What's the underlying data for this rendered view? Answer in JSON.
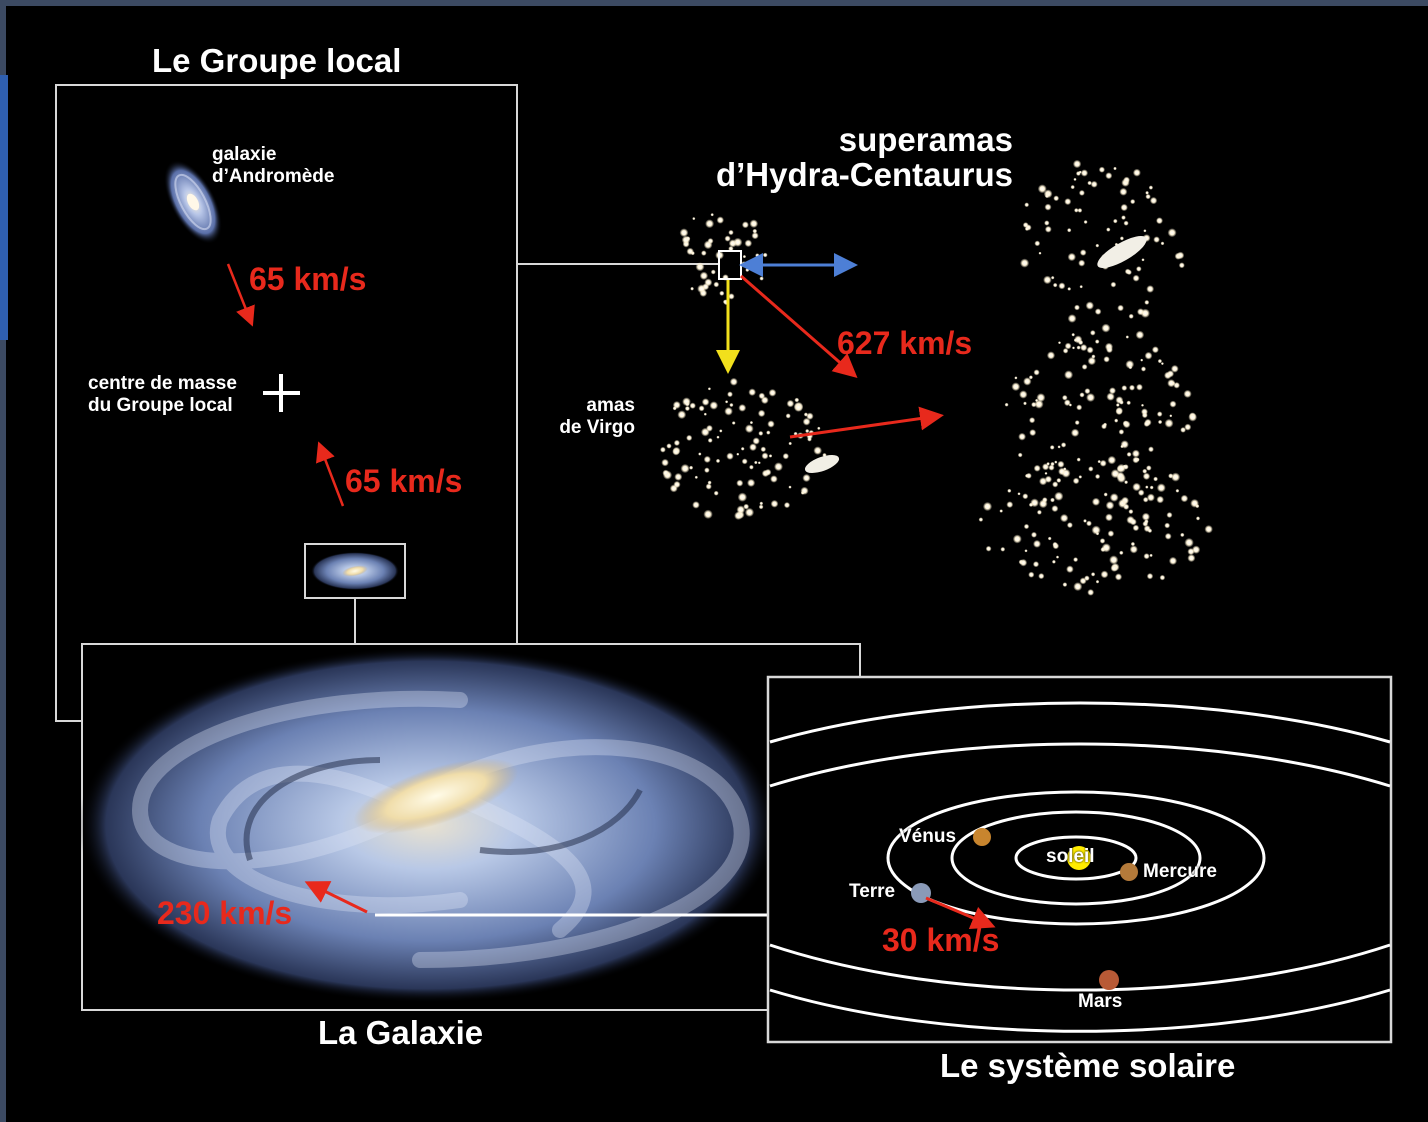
{
  "titles": {
    "local_group": "Le Groupe local",
    "supercluster_line1": "superamas",
    "supercluster_line2": "d’Hydra-Centaurus",
    "galaxy": "La Galaxie",
    "solar_system": "Le système solaire"
  },
  "local_group": {
    "andromeda_line1": "galaxie",
    "andromeda_line2": "d’Andromède",
    "mass_center_line1": "centre de masse",
    "mass_center_line2": "du Groupe local",
    "speed_top": "65 km/s",
    "speed_bottom": "65 km/s"
  },
  "supercluster": {
    "virgo_line1": "amas",
    "virgo_line2": "de Virgo",
    "speed": "627 km/s"
  },
  "galaxy": {
    "speed": "230 km/s"
  },
  "solar_system": {
    "sun": "soleil",
    "venus": "Vénus",
    "mercury": "Mercure",
    "earth": "Terre",
    "mars": "Mars",
    "speed": "30 km/s"
  },
  "colors": {
    "speed": "#e8291c",
    "arrow_blue": "#4d7fd6",
    "arrow_yellow": "#f2e01c",
    "sun": "#ffec00"
  }
}
